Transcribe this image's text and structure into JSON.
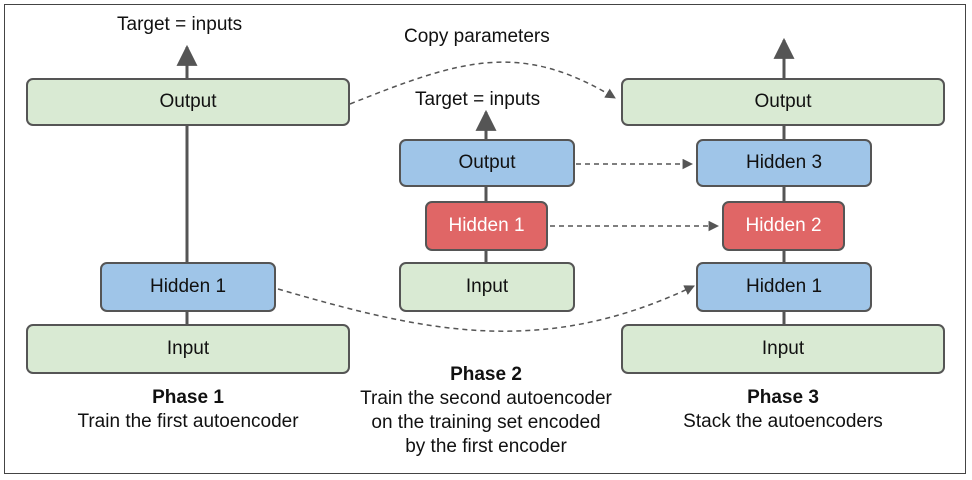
{
  "labels": {
    "target_inputs": "Target = inputs",
    "copy_parameters": "Copy parameters",
    "input": "Input",
    "output": "Output",
    "hidden_1": "Hidden 1",
    "hidden_2": "Hidden 2",
    "hidden_3": "Hidden 3"
  },
  "phases": [
    {
      "title": "Phase 1",
      "lines": [
        "Train the first autoencoder"
      ]
    },
    {
      "title": "Phase 2",
      "lines": [
        "Train the second autoencoder",
        "on the training set encoded",
        "by the first encoder"
      ]
    },
    {
      "title": "Phase 3",
      "lines": [
        "Stack the autoencoders"
      ]
    }
  ],
  "colors": {
    "input_output": "#d9ead3",
    "hidden_blue": "#9fc5e8",
    "hidden_red": "#e06666",
    "border": "#555555",
    "arrow": "#555555"
  }
}
